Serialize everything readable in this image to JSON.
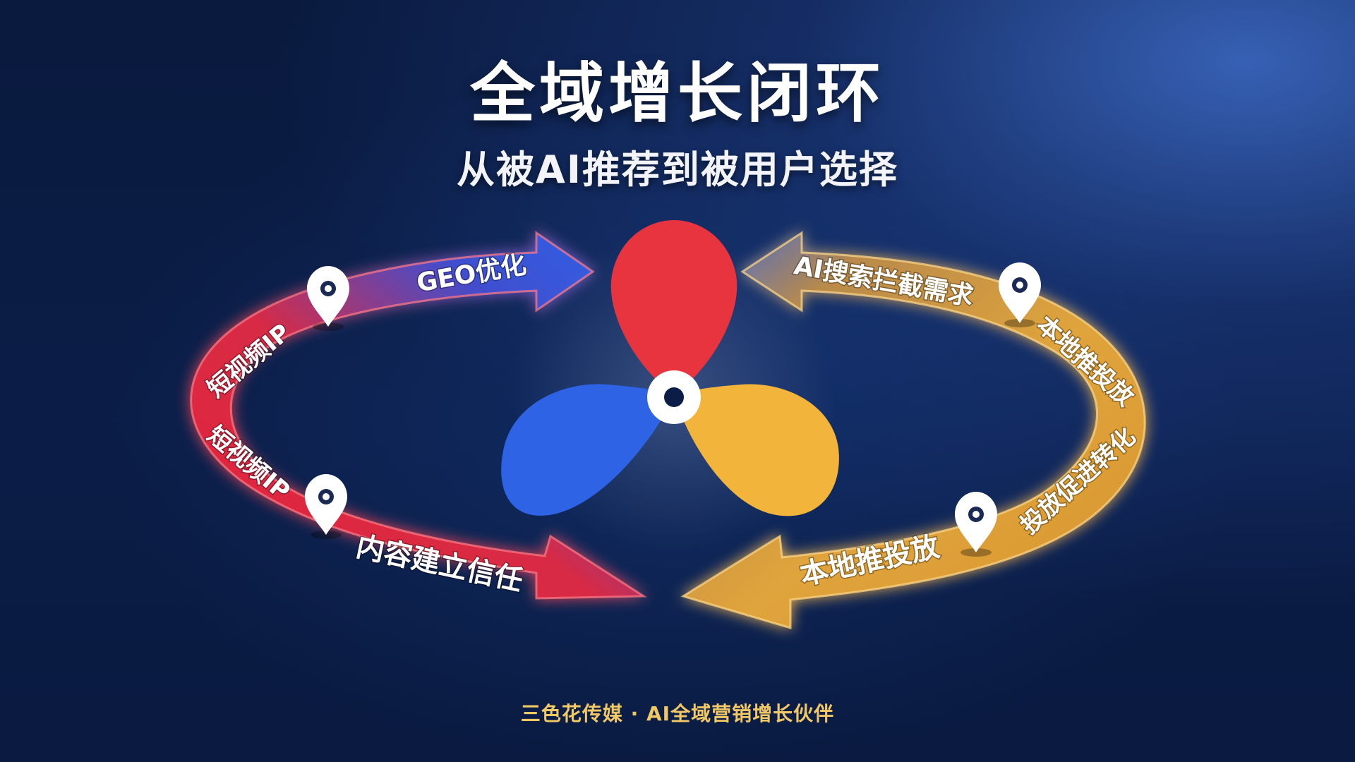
{
  "title": "全域增长闭环",
  "subtitle": "从被AI推荐到被用户选择",
  "footer": "三色花传媒 · AI全域营销增长伙伴",
  "left_loop": {
    "labels": {
      "geo": "GEO优化",
      "video_upper": "短视频IP",
      "video_lower": "短视频IP",
      "trust": "内容建立信任"
    },
    "colors": {
      "red": "#e8303f",
      "blue": "#2e63e6"
    }
  },
  "right_loop": {
    "labels": {
      "ai_search": "AI搜索拦截需求",
      "local_upper": "本地推投放",
      "conversion": "投放促进转化",
      "local_lower": "本地推投放"
    },
    "colors": {
      "gold": "#e3a53a"
    }
  },
  "center_logo": {
    "petal_colors": {
      "top": "#e8343f",
      "left": "#2e63e6",
      "right": "#f2b43a"
    }
  },
  "icons": [
    "location-pin-icon",
    "location-pin-icon",
    "location-pin-icon",
    "location-pin-icon"
  ]
}
